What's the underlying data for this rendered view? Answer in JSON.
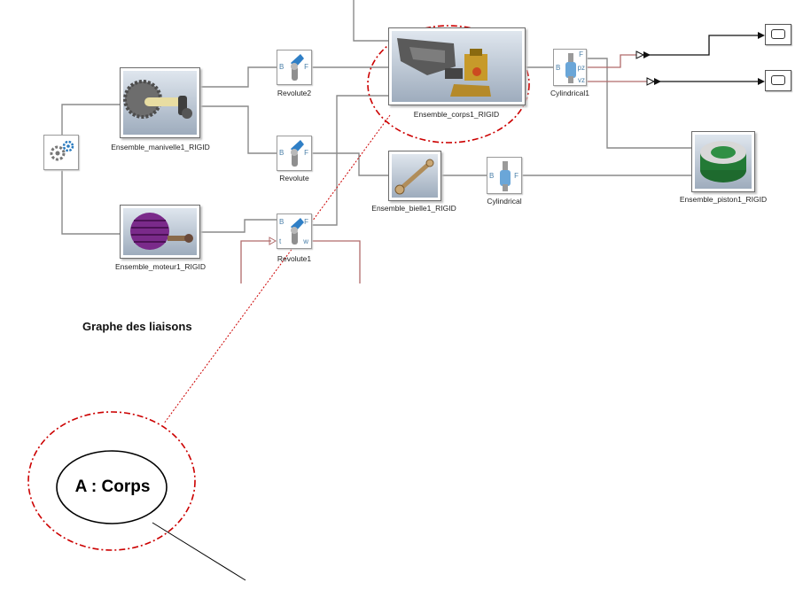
{
  "diagram": {
    "heading": "Graphe des liaisons",
    "node_label": "A : Corps",
    "bodies": {
      "manivelle": "Ensemble_manivelle1_RIGID",
      "moteur": "Ensemble_moteur1_RIGID",
      "corps": "Ensemble_corps1_RIGID",
      "bielle": "Ensemble_bielle1_RIGID",
      "piston": "Ensemble_piston1_RIGID"
    },
    "joints": {
      "revolute2": "Revolute2",
      "revolute": "Revolute",
      "revolute1": "Revolute1",
      "cylindrical1": "Cylindrical1",
      "cylindrical": "Cylindrical"
    },
    "ports": {
      "b": "B",
      "f": "F",
      "pz": "pz",
      "vz": "vz",
      "w": "w",
      "t": "t"
    },
    "icons": [
      "gear-config-icon",
      "revolute-joint-icon",
      "cylindrical-joint-icon",
      "scope-icon",
      "signal-arrow-icon"
    ],
    "colors": {
      "highlight": "#cc0000",
      "line": "#8a8a8a",
      "signal": "#b06a6a",
      "port": "#4a7fa8"
    }
  }
}
